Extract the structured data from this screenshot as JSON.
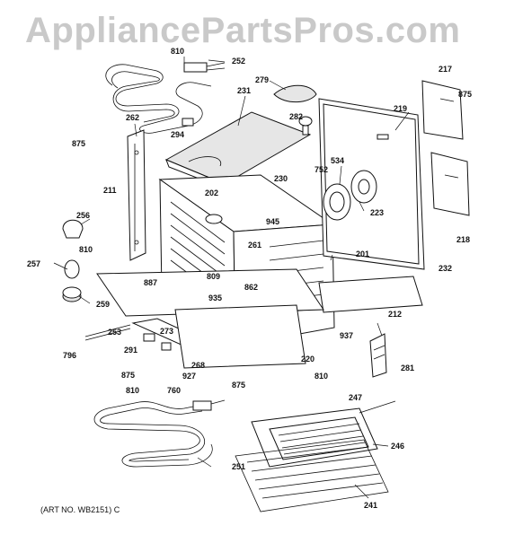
{
  "watermark": "AppliancePartsPros.com",
  "art_number": "(ART NO. WB2151) C",
  "callouts": [
    "810",
    "252",
    "279",
    "231",
    "217",
    "875",
    "219",
    "262",
    "282",
    "294",
    "875",
    "752",
    "534",
    "230",
    "211",
    "202",
    "223",
    "945",
    "256",
    "261",
    "218",
    "810",
    "201",
    "232",
    "257",
    "809",
    "862",
    "887",
    "935",
    "259",
    "212",
    "253",
    "273",
    "937",
    "291",
    "796",
    "927",
    "268",
    "281",
    "875",
    "220",
    "810",
    "760",
    "875",
    "810",
    "247",
    "246",
    "251",
    "241"
  ]
}
